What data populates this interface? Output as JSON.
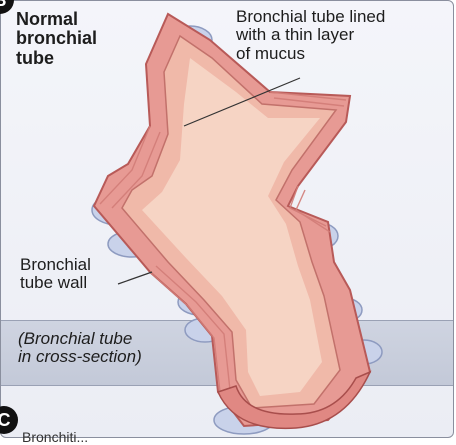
{
  "panel": {
    "title": "Normal\nbronchial\ntube",
    "callout_text": "Bronchial tube lined\nwith a thin layer\nof mucus",
    "wall_label": "Bronchial\ntube wall",
    "caption": "(Bronchial tube\nin cross-section)",
    "badge_top": "B",
    "badge_bottom": "C",
    "next_label_partial": "Bronchiti..."
  },
  "colors": {
    "tissue_outer": "#e79a94",
    "tissue_inner": "#f0b9a9",
    "tissue_stroke": "#b85a58",
    "lining": "#f7d8c9",
    "ring": "#c9d2ea",
    "background": "#eef0f6",
    "band": "#c6ccdb"
  }
}
